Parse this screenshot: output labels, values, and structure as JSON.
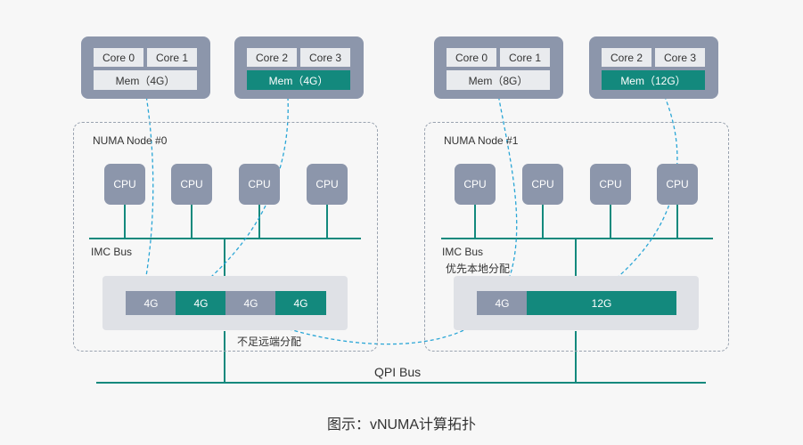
{
  "colors": {
    "teal": "#13897d",
    "slate": "#8c96ab",
    "light": "#e9ebee",
    "band": "#dfe1e6",
    "arrow": "#2aa6d6"
  },
  "vms": [
    {
      "cores": [
        "Core 0",
        "Core 1"
      ],
      "mem": "Mem（4G）",
      "mem_style": "light"
    },
    {
      "cores": [
        "Core 2",
        "Core 3"
      ],
      "mem": "Mem（4G）",
      "mem_style": "teal"
    },
    {
      "cores": [
        "Core 0",
        "Core 1"
      ],
      "mem": "Mem（8G）",
      "mem_style": "light"
    },
    {
      "cores": [
        "Core 2",
        "Core 3"
      ],
      "mem": "Mem（12G）",
      "mem_style": "teal"
    }
  ],
  "nodes": [
    {
      "title": "NUMA Node #0",
      "cpus": [
        "CPU",
        "CPU",
        "CPU",
        "CPU"
      ],
      "bus_label": "IMC Bus",
      "memory": [
        "4G",
        "4G",
        "4G",
        "4G"
      ]
    },
    {
      "title": "NUMA Node #1",
      "cpus": [
        "CPU",
        "CPU",
        "CPU",
        "CPU"
      ],
      "bus_label": "IMC Bus",
      "note": "优先本地分配",
      "memory": [
        "4G",
        "12G"
      ]
    }
  ],
  "remote_note": "不足远端分配",
  "qpi_label": "QPI Bus",
  "caption": "图示：vNUMA计算拓扑"
}
